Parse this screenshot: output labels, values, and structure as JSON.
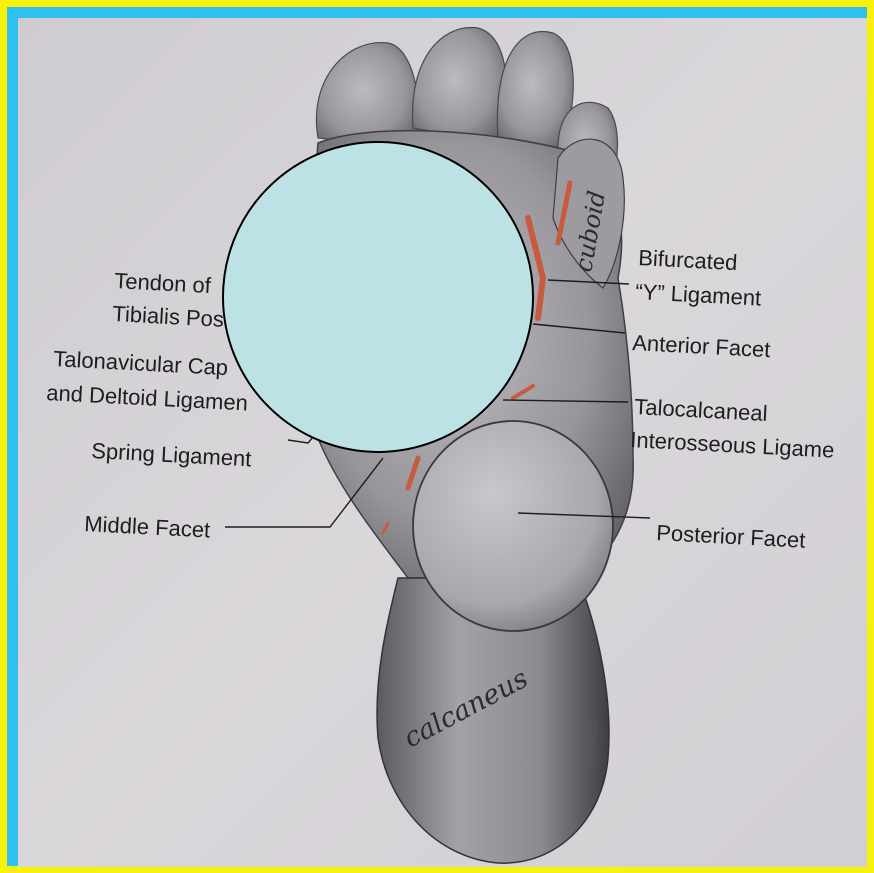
{
  "colors": {
    "border_outer": "#2fc0f2",
    "border_inner": "#f6f20a",
    "paper": "#d9d6da",
    "bone": "#a9a7ab",
    "ligament": "#c85a3f",
    "mask_fill": "#bce2e6"
  },
  "labels": {
    "tendon_line1": "Tendon of",
    "tendon_line2": "Tibialis Pos",
    "talonav_line1": "Talonavicular Cap",
    "talonav_line2": "and Deltoid Ligamen",
    "spring": "Spring Ligament",
    "middle_facet": "Middle Facet",
    "bifurcated_line1": "Bifurcated",
    "bifurcated_line2": "“Y” Ligament",
    "anterior_facet": "Anterior Facet",
    "talocalc_line1": "Talocalcaneal",
    "talocalc_line2": "Interosseous Ligame",
    "posterior_facet": "Posterior Facet"
  },
  "handwritten": {
    "cuboid": "cuboid",
    "calcaneus": "calcaneus",
    "signature": "Tenukas"
  }
}
